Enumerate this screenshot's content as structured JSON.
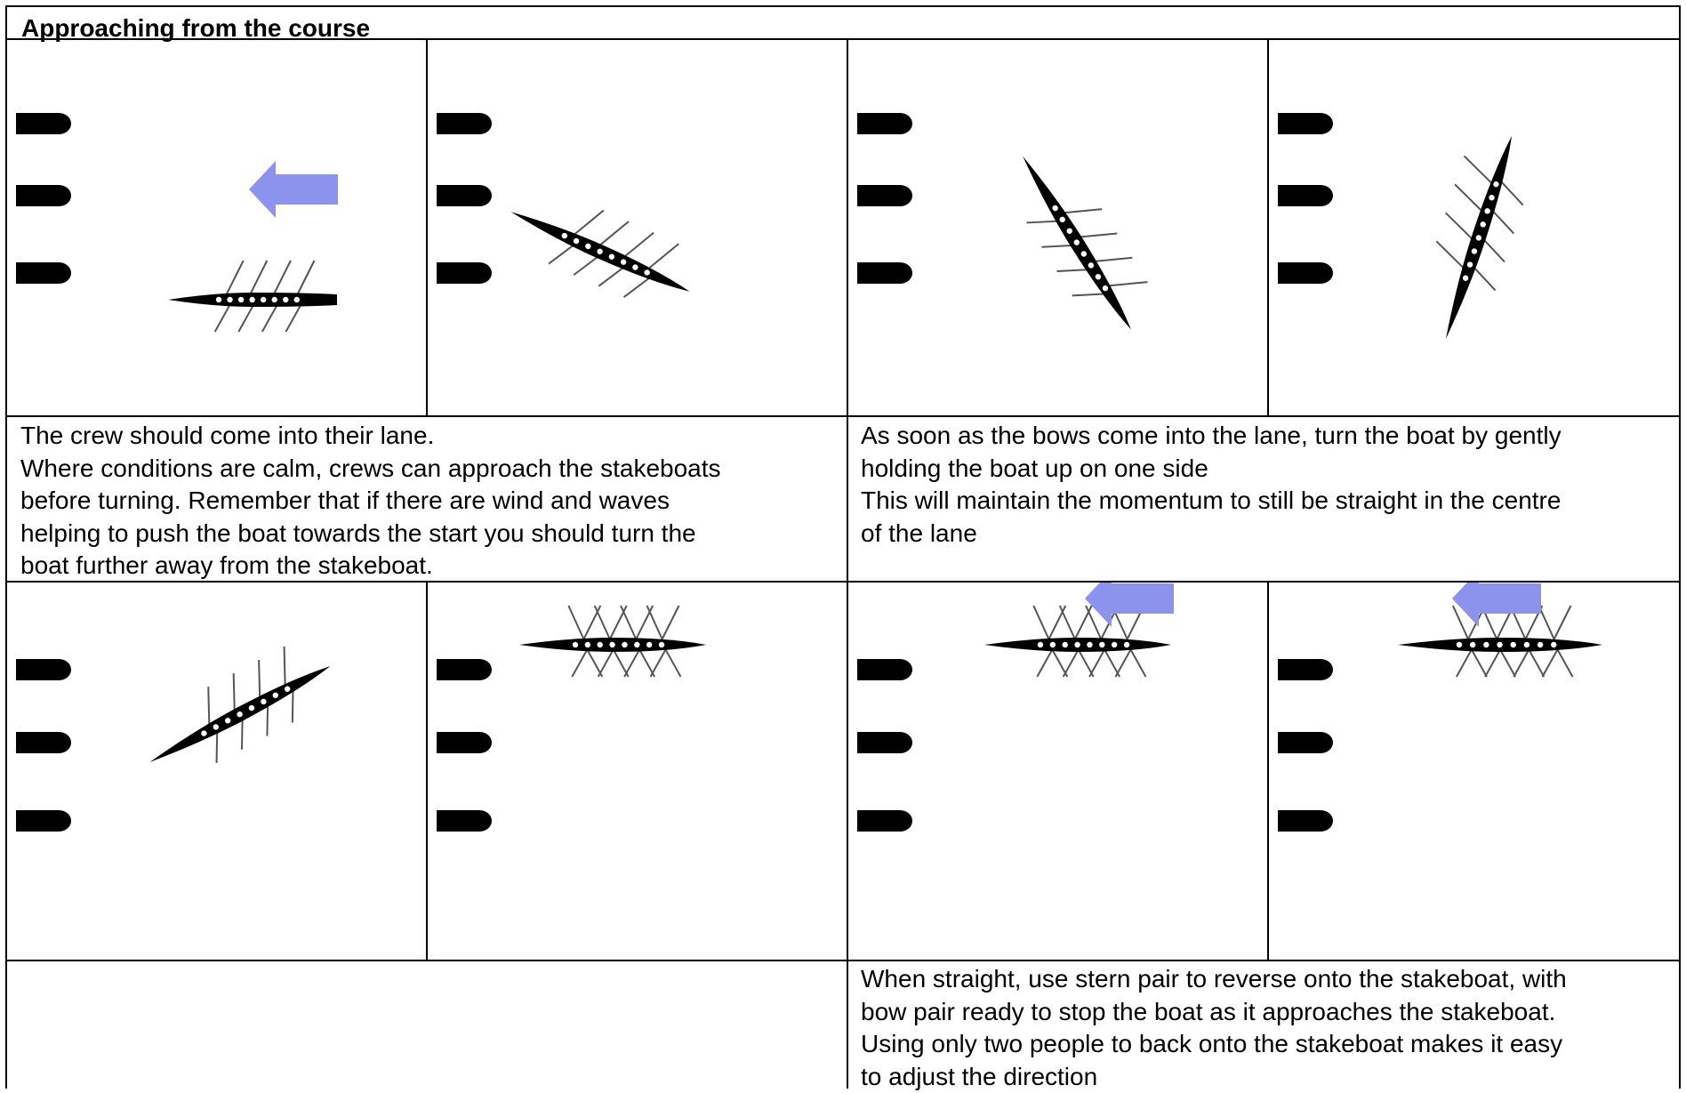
{
  "title": "Approaching from the course",
  "left_text": [
    "The crew should come into their lane.",
    "Where conditions are calm, crews can approach the stakeboats",
    "before turning. Remember that if there are wind and waves",
    "helping to push the boat towards the start you should turn the",
    "boat further away from the stakeboat."
  ],
  "right_text": [
    "As soon as the bows come into the lane, turn the boat by gently",
    "holding the boat up on one side",
    "This will maintain the momentum to still be straight in the centre",
    "of the lane"
  ],
  "bottom_right_text": [
    "When straight, use stern pair to reverse onto the stakeboat, with",
    "bow pair ready to stop the boat as it approaches the stakeboat.",
    "Using only two people to back onto the stakeboat makes it easy",
    "to adjust the direction"
  ],
  "colors": {
    "arrow": "#8b93ec",
    "ink": "#000000",
    "seat": "#ffffff",
    "rigger": "#555555"
  }
}
